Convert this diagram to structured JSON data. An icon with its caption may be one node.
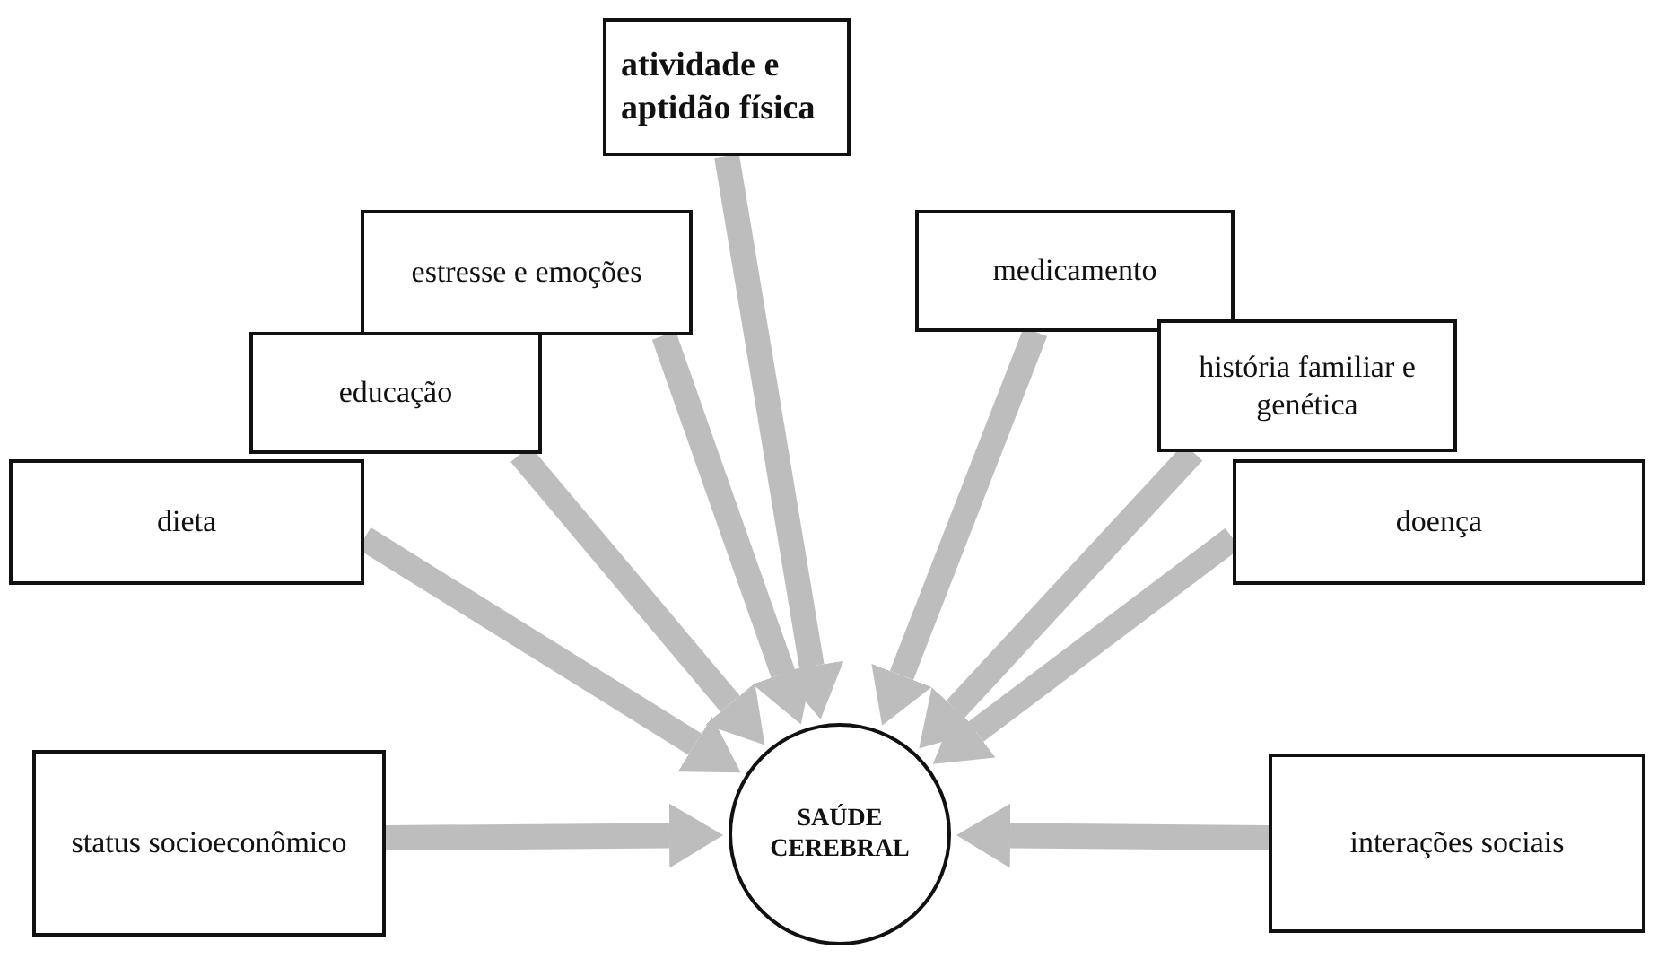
{
  "diagram": {
    "nodes": [
      {
        "text": [
          "atividade e aptidão física"
        ]
      },
      {
        "text": [
          "estresse e emoções"
        ]
      },
      {
        "text": [
          "medicamento"
        ]
      },
      {
        "text": [
          "educação"
        ]
      },
      {
        "text": [
          "história familiar e genética"
        ]
      },
      {
        "text": [
          "dieta"
        ]
      },
      {
        "text": [
          "doença"
        ]
      },
      {
        "text": [
          "SAÚDE CEREBRAL"
        ]
      },
      {
        "text": [
          "status socioeconômico"
        ]
      },
      {
        "text": [
          "interações sociais"
        ]
      }
    ],
    "edges": [
      {
        "from": 0,
        "to": 7,
        "arrow": "to"
      },
      {
        "from": 1,
        "to": 7,
        "arrow": "to"
      },
      {
        "from": 2,
        "to": 7,
        "arrow": "to"
      },
      {
        "from": 3,
        "to": 7,
        "arrow": "to"
      },
      {
        "from": 4,
        "to": 7,
        "arrow": "to"
      },
      {
        "from": 5,
        "to": 7,
        "arrow": "to"
      },
      {
        "from": 6,
        "to": 7,
        "arrow": "to"
      },
      {
        "from": 8,
        "to": 7,
        "arrow": "to"
      },
      {
        "from": 9,
        "to": 7,
        "arrow": "to"
      }
    ]
  }
}
